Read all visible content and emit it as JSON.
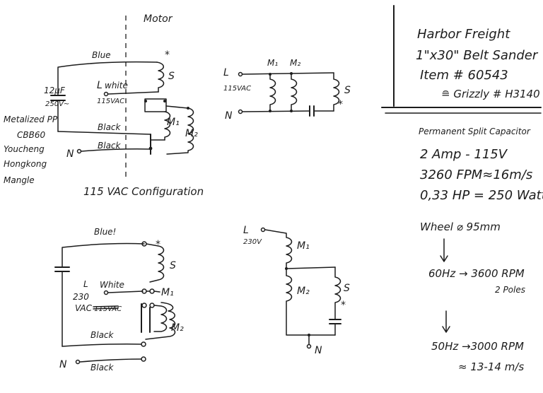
{
  "top_left": {
    "motor": "Motor",
    "blue": "Blue",
    "white": "white",
    "black1": "Black",
    "black2": "Black",
    "L": "L",
    "N": "N",
    "cap_value": "12µF",
    "cap_voltage": "250V~",
    "voltage": "115VAC",
    "S": "S",
    "M1": "M₁",
    "M2": "M₂",
    "star": "*",
    "config": "115 VAC Configuration"
  },
  "capacitor_note": {
    "line1": "Metalized PP",
    "line2": "CBB60",
    "line3": "Youcheng",
    "line4": "Hongkong",
    "line5": "Mangle"
  },
  "top_schematic": {
    "L": "L",
    "voltage": "115VAC",
    "N": "N",
    "M1": "M₁",
    "M2": "M₂",
    "S": "S",
    "star": "*"
  },
  "title_block": {
    "line1": "Harbor Freight",
    "line2": "1\"x30\" Belt Sander",
    "line3": "Item # 60543",
    "line4": "≘ Grizzly # H3140"
  },
  "specs": {
    "heading": "Permanent Split Capacitor",
    "amp": "2 Amp - 115V",
    "fpm": "3260 FPM≈16m/s",
    "hp": "0,33 HP = 250 Watt",
    "wheel": "Wheel ⌀ 95mm",
    "hz60": "60Hz → 3600 RPM",
    "poles": "2 Poles",
    "hz50": "50Hz →3000 RPM",
    "speed": "≈ 13-14 m/s"
  },
  "bottom_left": {
    "blue": "Blue!",
    "white": "White",
    "L": "L",
    "v230": "230",
    "vac": "VAC",
    "struck": "115VAC",
    "black1": "Black",
    "black2": "Black",
    "N": "N",
    "S": "S",
    "M1": "M₁",
    "M2": "M₂",
    "star": "*"
  },
  "bottom_schematic": {
    "L": "L",
    "voltage": "230V",
    "M1": "M₁",
    "M2": "M₂",
    "S": "S",
    "star": "*",
    "N": "N"
  }
}
